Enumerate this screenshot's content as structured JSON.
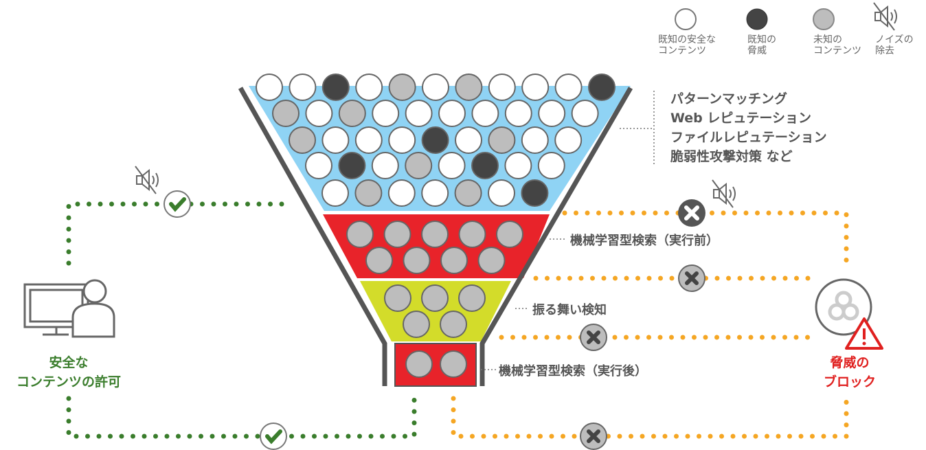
{
  "legend": [
    {
      "type": "w",
      "label1": "既知の安全な",
      "label2": "コンテンツ"
    },
    {
      "type": "d",
      "label1": "既知の",
      "label2": "脅威"
    },
    {
      "type": "g",
      "label1": "未知の",
      "label2": "コンテンツ"
    },
    {
      "type": "mute",
      "label1": "ノイズの",
      "label2": "除去"
    }
  ],
  "methods": [
    "パターンマッチング",
    "Web レピュテーション",
    "ファイルレピュテーション",
    "脆弱性攻撃対策  など"
  ],
  "stages": {
    "ml_pre": "機械学習型検索（実行前）",
    "behavior": "振る舞い検知",
    "ml_post": "機械学習型検索（実行後）"
  },
  "allow_label": [
    "安全な",
    "コンテンツの許可"
  ],
  "block_label": [
    "脅威の",
    "ブロック"
  ],
  "funnel": {
    "top_rows": [
      "wwdwgwgwwwd",
      "gwgwwwwwww",
      "gwwwdwgww",
      "wdwgwdww",
      "wgwwgwd"
    ],
    "ml_pre_rows": [
      "ggggg",
      "gggg"
    ],
    "behavior_rows": [
      "ggg",
      "gg"
    ],
    "ml_post_rows": [
      "gg"
    ]
  },
  "colors": {
    "top": "#8fd3f4",
    "ml_pre": "#e8232a",
    "behavior": "#d3dc2a",
    "ml_post": "#e8232a",
    "allow": "#3a7d2c",
    "block": "#f5a623",
    "threat": "#444444",
    "unknown": "#bdbdbd",
    "alert": "#e0201f"
  }
}
